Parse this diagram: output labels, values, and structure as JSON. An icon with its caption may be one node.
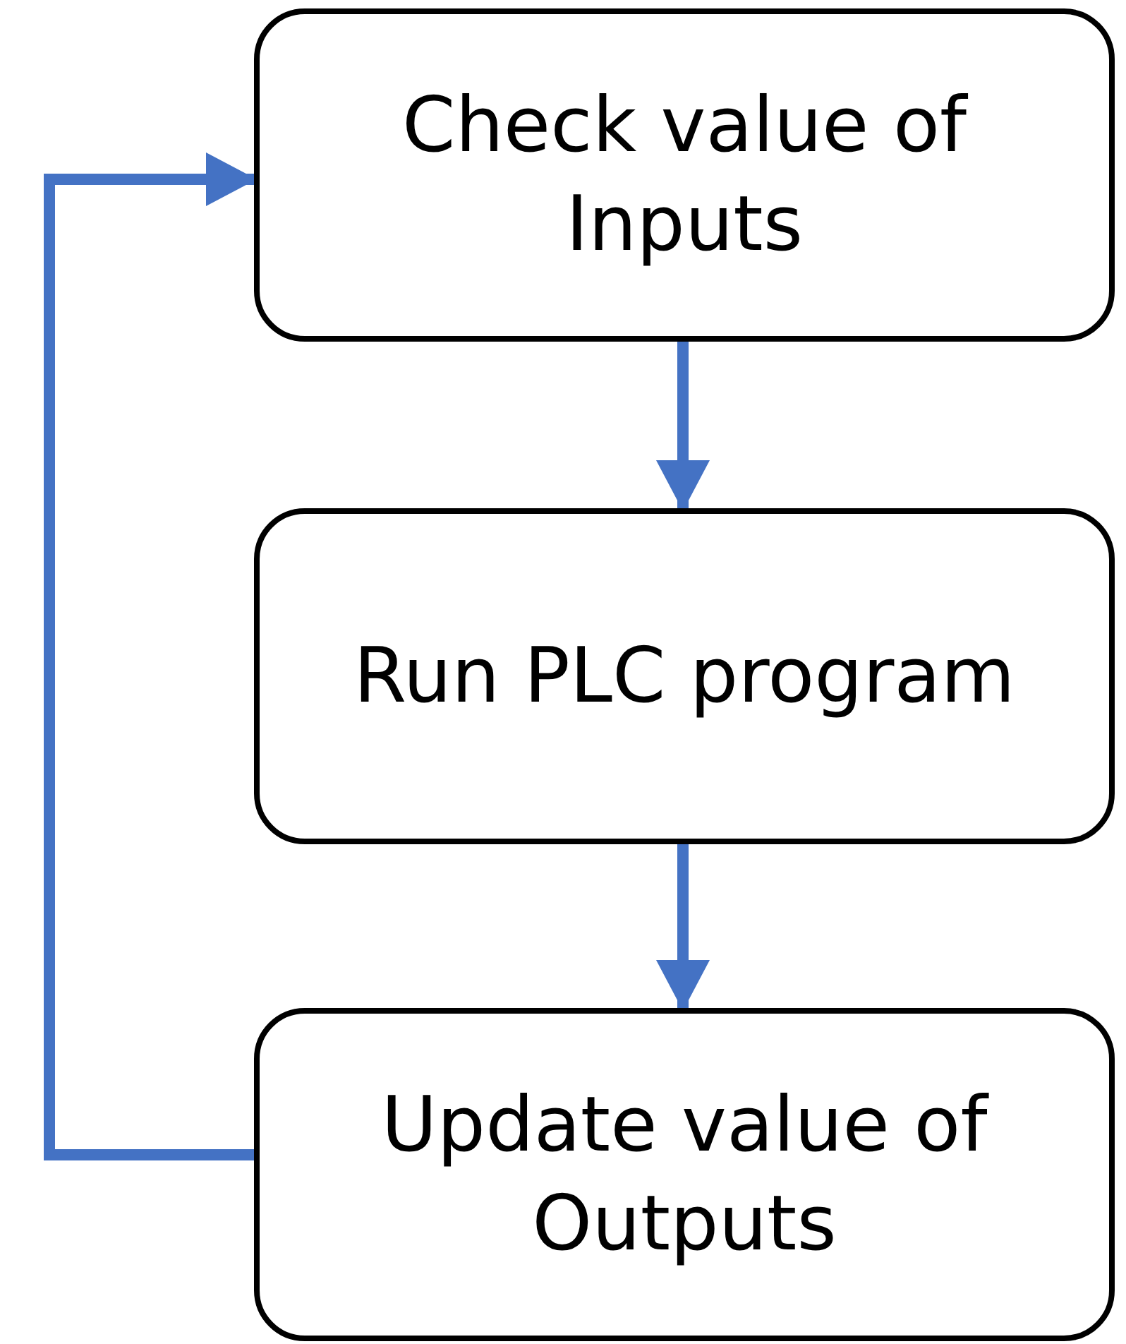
{
  "diagram": {
    "nodes": [
      {
        "text": [
          "Check value of Inputs"
        ]
      },
      {
        "text": [
          "Run PLC program"
        ]
      },
      {
        "text": [
          "Update value of Outputs"
        ]
      }
    ],
    "edges": [
      {
        "from": 0,
        "to": 1,
        "arrow": "to"
      },
      {
        "from": 1,
        "to": 2,
        "arrow": "to"
      },
      {
        "from": 2,
        "to": 0,
        "arrow": "to"
      }
    ]
  }
}
